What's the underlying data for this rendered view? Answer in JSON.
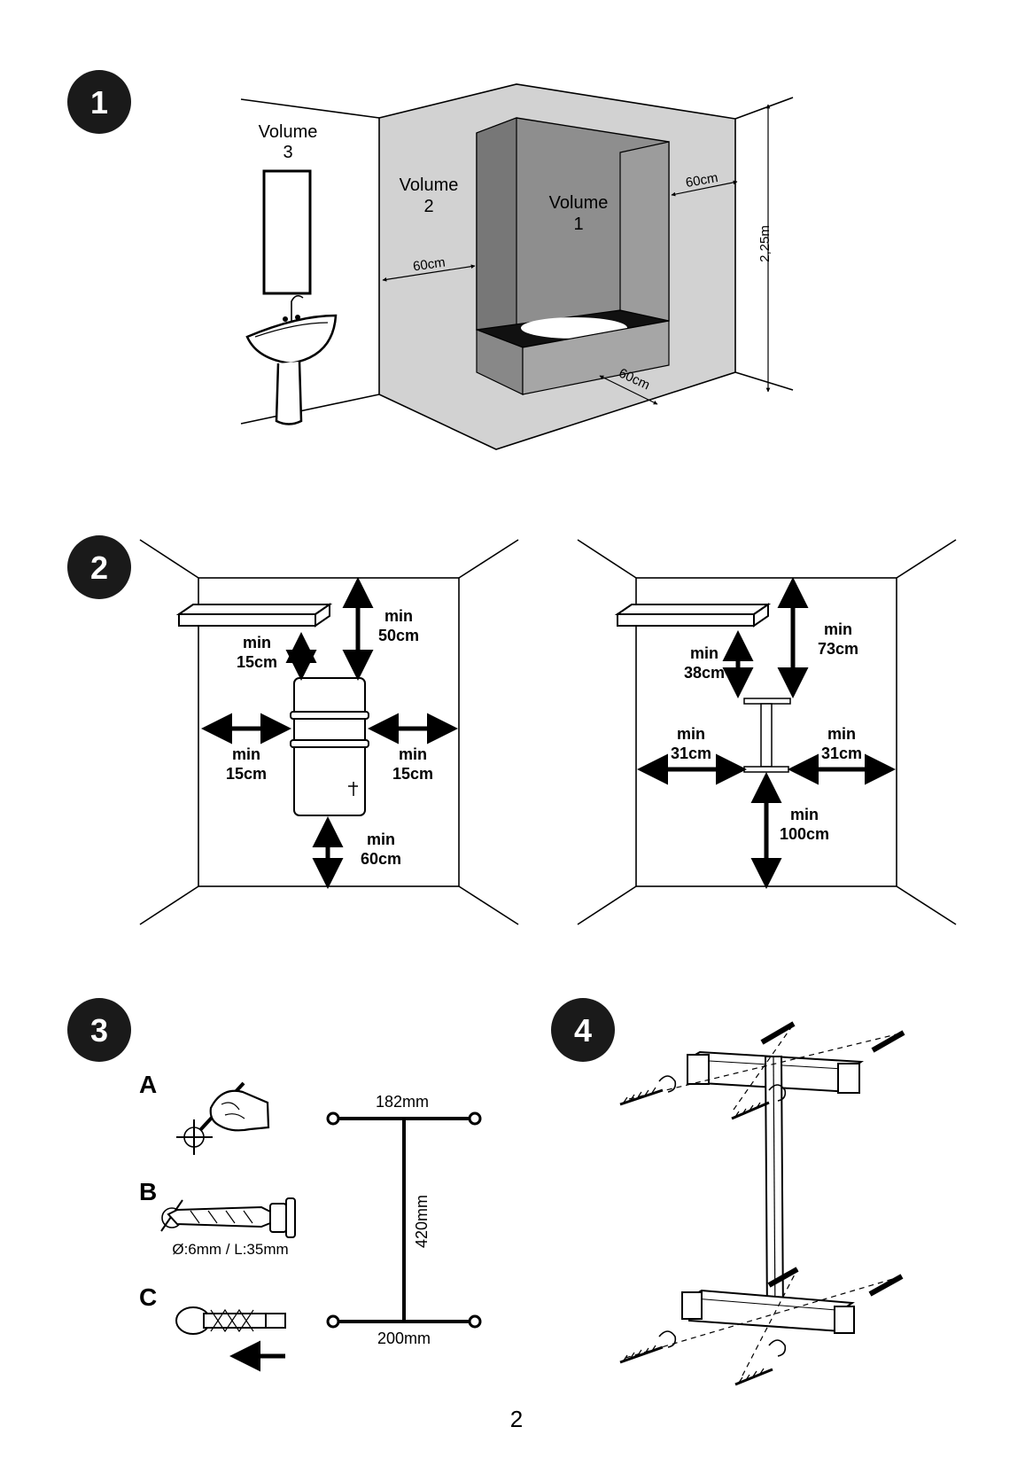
{
  "steps": [
    "1",
    "2",
    "3",
    "4"
  ],
  "section1": {
    "volume3_label": "Volume",
    "volume3_num": "3",
    "volume2_label": "Volume",
    "volume2_num": "2",
    "volume1_label": "Volume",
    "volume1_num": "1",
    "dim_left": "60cm",
    "dim_right": "60cm",
    "dim_front": "60cm",
    "height": "2,25m"
  },
  "section2_left": {
    "min_word": "min",
    "top_shelf_gap": "15cm",
    "top_clearance": "50cm",
    "side_left": "15cm",
    "side_right": "15cm",
    "bottom": "60cm"
  },
  "section2_right": {
    "min_word": "min",
    "shelf_gap": "38cm",
    "top_clearance": "73cm",
    "side_left": "31cm",
    "side_right": "31cm",
    "bottom": "100cm"
  },
  "section3": {
    "step_a": "A",
    "step_b": "B",
    "step_c": "C",
    "drill_spec": "Ø:6mm / L:35mm",
    "top_width": "182mm",
    "height": "420mm",
    "bottom_width": "200mm"
  },
  "page_number": "2"
}
